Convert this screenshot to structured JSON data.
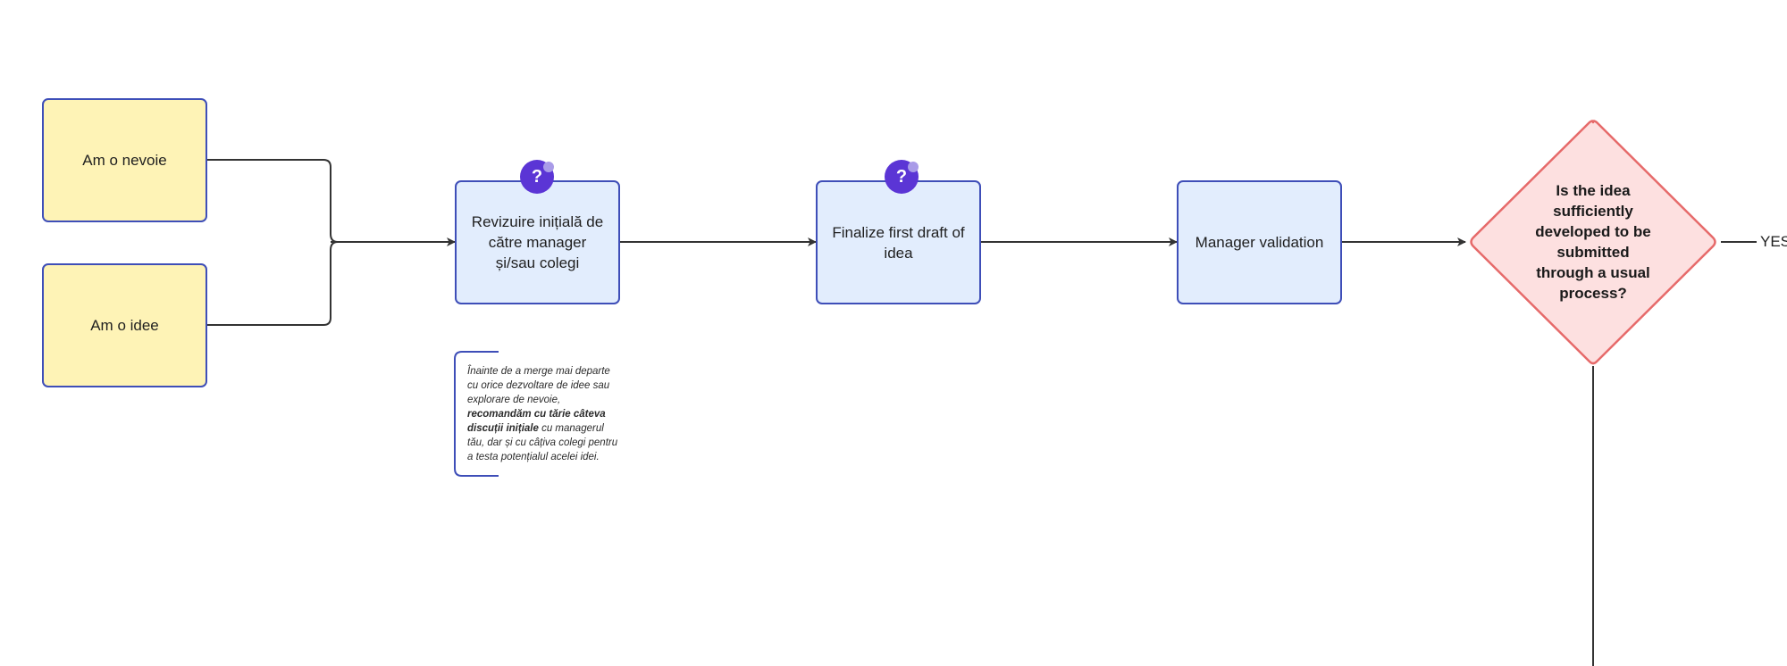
{
  "nodes": {
    "need": "Am o nevoie",
    "idea": "Am o idee",
    "initial_review": "Revizuire inițială de către manager și/sau colegi",
    "finalize_draft": "Finalize first draft of idea",
    "manager_validation": "Manager validation",
    "decision": "Is the idea sufficiently developed to be submitted through a usual process?"
  },
  "badges": {
    "symbol": "?",
    "icon": "question-plugin-icon"
  },
  "note": {
    "text_before": "Înainte de a merge mai departe cu orice dezvoltare de idee sau explorare de nevoie, ",
    "bold": "recomandăm cu tărie câteva discuții inițiale",
    "text_after": " cu managerul tău, dar și cu câțiva colegi pentru a testa potențialul acelei idei."
  },
  "edge_labels": {
    "yes": "YES"
  },
  "colors": {
    "start_fill": "#fef3b6",
    "step_fill": "#e2edfd",
    "node_border": "#3e4eb8",
    "decision_fill": "#fde0e0",
    "decision_border": "#e66a6a",
    "badge": "#5b35d5",
    "connector": "#333333"
  }
}
